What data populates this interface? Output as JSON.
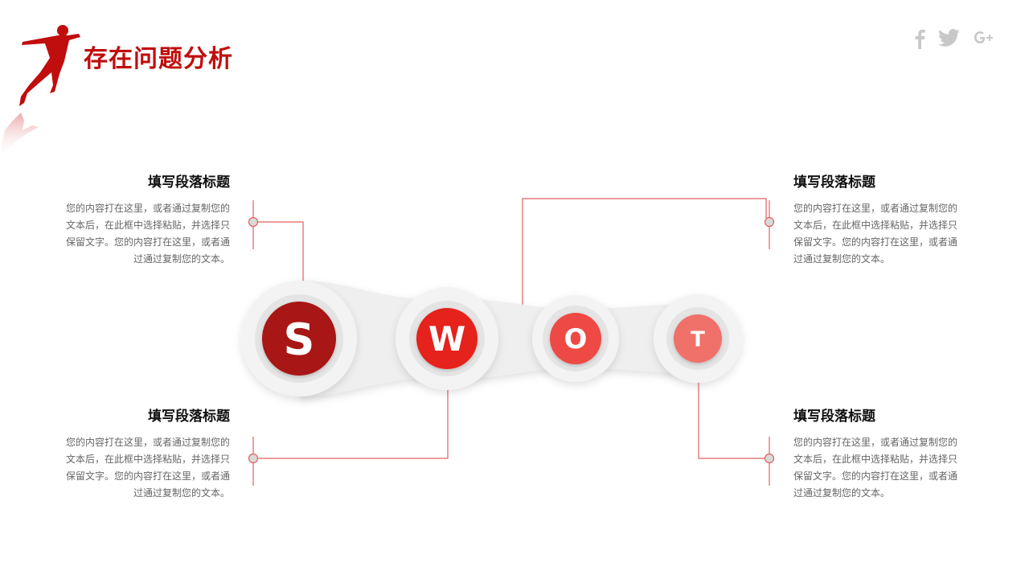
{
  "header": {
    "title": "存在问题分析"
  },
  "social": [
    "facebook-icon",
    "twitter-icon",
    "google-plus-icon"
  ],
  "colors": {
    "accent": "#c00d0d",
    "connector": "#e36060",
    "s": "#a81812",
    "w": "#e5211d",
    "o": "#ee4a44",
    "t": "#f0706a"
  },
  "swot": [
    {
      "letter": "S"
    },
    {
      "letter": "W"
    },
    {
      "letter": "O"
    },
    {
      "letter": "T"
    }
  ],
  "blocks": [
    {
      "title": "填写段落标题",
      "text": "您的内容打在这里，或者通过复制您的文本后，在此框中选择粘贴，并选择只保留文字。您的内容打在这里，或者通过通过复制您的文本。"
    },
    {
      "title": "填写段落标题",
      "text": "您的内容打在这里，或者通过复制您的文本后，在此框中选择粘贴，并选择只保留文字。您的内容打在这里，或者通过通过复制您的文本。"
    },
    {
      "title": "填写段落标题",
      "text": "您的内容打在这里，或者通过复制您的文本后，在此框中选择粘贴，并选择只保留文字。您的内容打在这里，或者通过通过复制您的文本。"
    },
    {
      "title": "填写段落标题",
      "text": "您的内容打在这里，或者通过复制您的文本后，在此框中选择粘贴，并选择只保留文字。您的内容打在这里，或者通过通过复制您的文本。"
    }
  ]
}
